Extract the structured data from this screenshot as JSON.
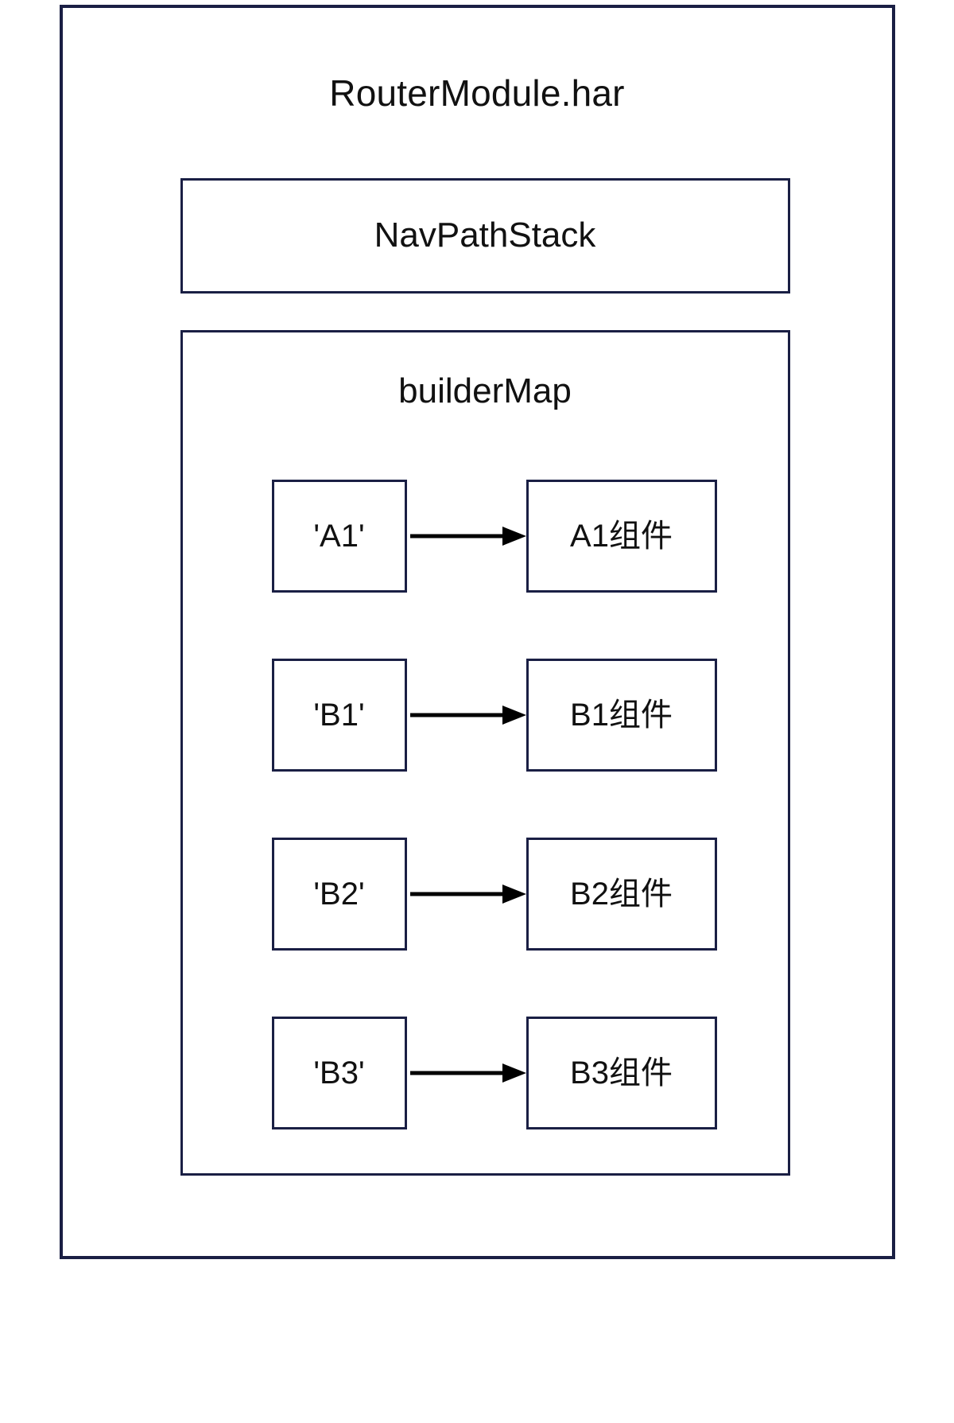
{
  "diagram": {
    "title": "RouterModule.har",
    "stack_box": {
      "label": "NavPathStack"
    },
    "builder_map_box": {
      "label": "builderMap",
      "entries": [
        {
          "key": "'A1'",
          "component": "A1组件",
          "arrow": "arrow-right-icon"
        },
        {
          "key": "'B1'",
          "component": "B1组件",
          "arrow": "arrow-right-icon"
        },
        {
          "key": "'B2'",
          "component": "B2组件",
          "arrow": "arrow-right-icon"
        },
        {
          "key": "'B3'",
          "component": "B3组件",
          "arrow": "arrow-right-icon"
        }
      ]
    },
    "colors": {
      "border": "#1a1f44",
      "text": "#111111",
      "background": "#ffffff",
      "arrow": "#000000"
    }
  }
}
